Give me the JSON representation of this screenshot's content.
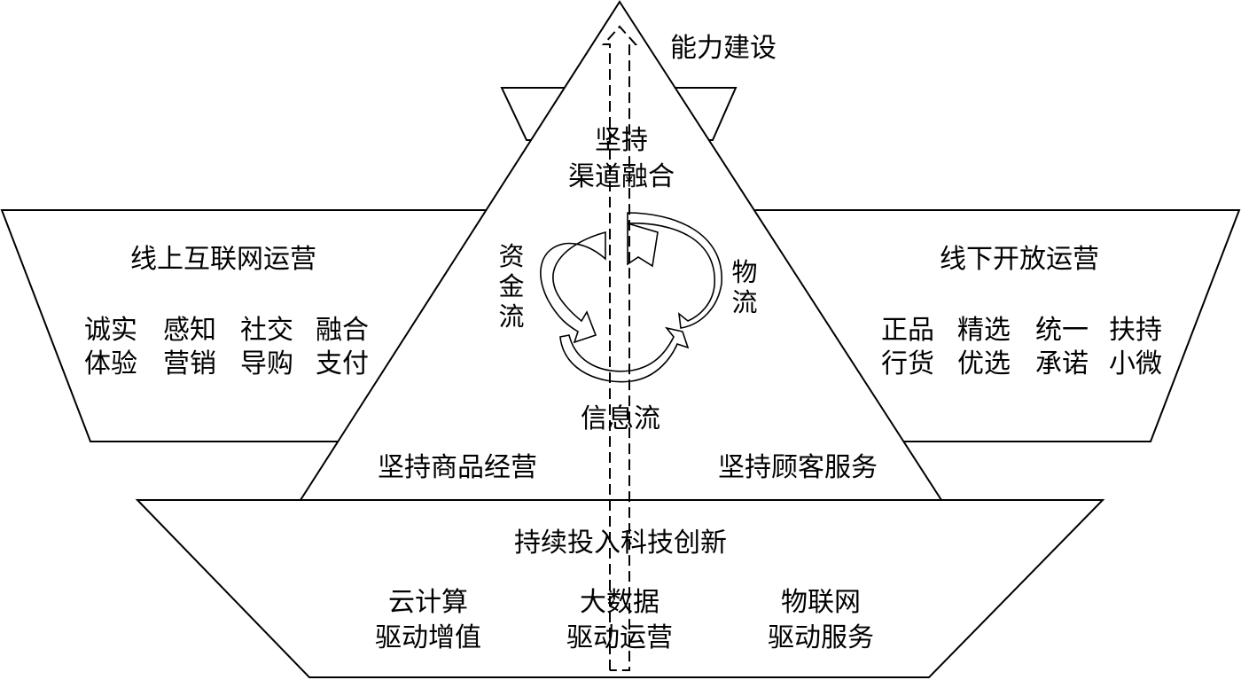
{
  "top": {
    "capability_label": "能力建设"
  },
  "triangle": {
    "apex_text": [
      "坚持",
      "渠道融合"
    ],
    "left_text": "坚持商品经营",
    "right_text": "坚持顾客服务",
    "cycle": {
      "capital_flow": [
        "资",
        "金",
        "流"
      ],
      "logistics_flow": [
        "物",
        "流"
      ],
      "information_flow": "信息流"
    }
  },
  "left_panel": {
    "title": "线上互联网运营",
    "items": [
      [
        "诚实",
        "体验"
      ],
      [
        "感知",
        "营销"
      ],
      [
        "社交",
        "导购"
      ],
      [
        "融合",
        "支付"
      ]
    ]
  },
  "right_panel": {
    "title": "线下开放运营",
    "items": [
      [
        "正品",
        "行货"
      ],
      [
        "精选",
        "优选"
      ],
      [
        "统一",
        "承诺"
      ],
      [
        "扶持",
        "小微"
      ]
    ]
  },
  "base": {
    "title": "持续投入科技创新",
    "items": [
      [
        "云计算",
        "驱动增值"
      ],
      [
        "大数据",
        "驱动运营"
      ],
      [
        "物联网",
        "驱动服务"
      ]
    ]
  }
}
